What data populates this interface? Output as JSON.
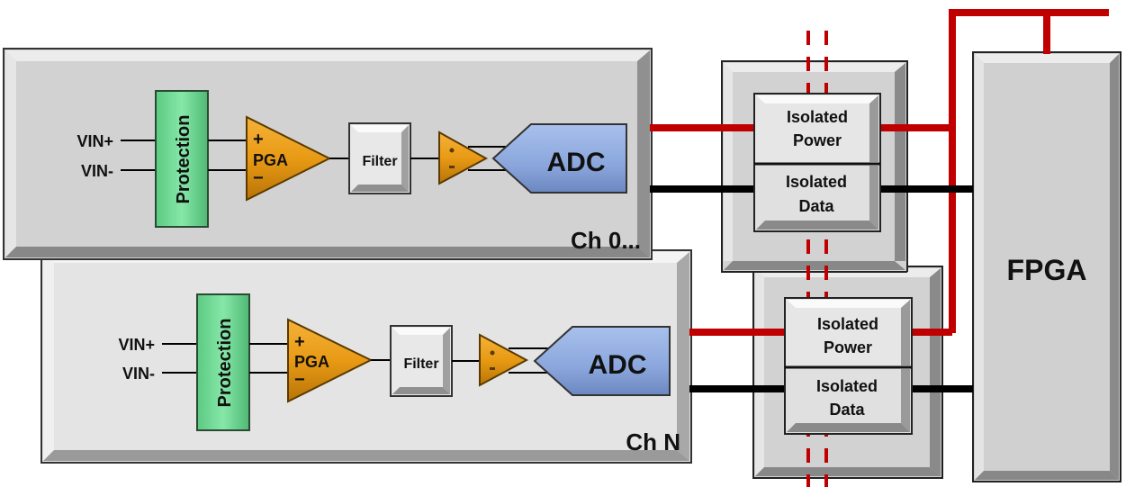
{
  "colors": {
    "panel_front": "#d2d2d2",
    "panel_back": "#e4e4e4",
    "protection": "#7fe3a0",
    "amp": "#e89a14",
    "adc": "#8aa6dc",
    "filter": "#e8e8e8",
    "power_line": "#c00000",
    "data_line": "#000000",
    "isolation_barrier": "#c00000"
  },
  "channels": [
    {
      "id": "ch0",
      "name": "Ch 0...",
      "inputs": [
        "VIN+",
        "VIN-"
      ],
      "protection_label": "Protection",
      "pga_label": "PGA",
      "pga_plus": "+",
      "pga_minus": "−",
      "filter_label": "Filter",
      "adc_label": "ADC"
    },
    {
      "id": "chN",
      "name": "Ch N",
      "inputs": [
        "VIN+",
        "VIN-"
      ],
      "protection_label": "Protection",
      "pga_label": "PGA",
      "pga_plus": "+",
      "pga_minus": "−",
      "filter_label": "Filter",
      "adc_label": "ADC"
    }
  ],
  "isolators": [
    {
      "power_lines": [
        "Isolated",
        "Power"
      ],
      "data_lines": [
        "Isolated",
        "Data"
      ]
    },
    {
      "power_lines": [
        "Isolated",
        "Power"
      ],
      "data_lines": [
        "Isolated",
        "Data"
      ]
    }
  ],
  "fpga": {
    "label": "FPGA"
  }
}
